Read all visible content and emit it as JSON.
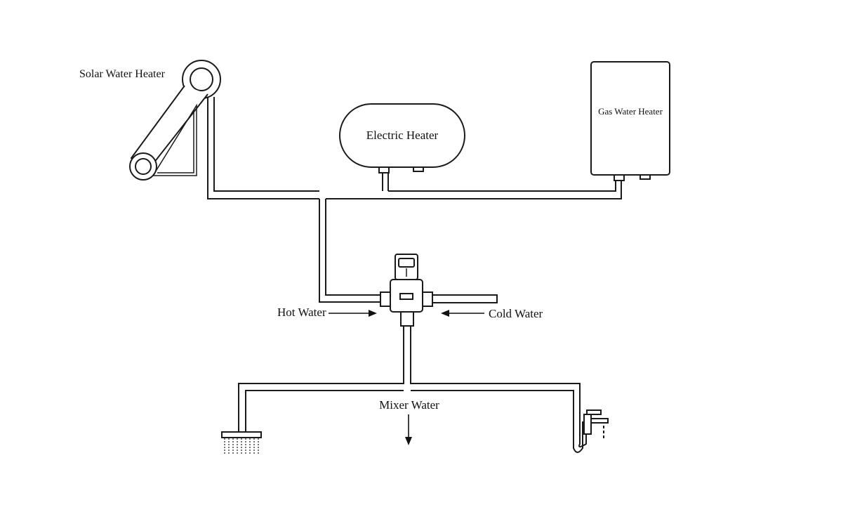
{
  "labels": {
    "solar_water_heater": "Solar Water Heater",
    "electric_heater": "Electric Heater",
    "gas_water_heater": "Gas Water Heater",
    "hot_water": "Hot Water",
    "cold_water": "Cold Water",
    "mixer_water": "Mixer Water"
  },
  "colors": {
    "line": "#1a1a1a",
    "background": "#ffffff"
  }
}
